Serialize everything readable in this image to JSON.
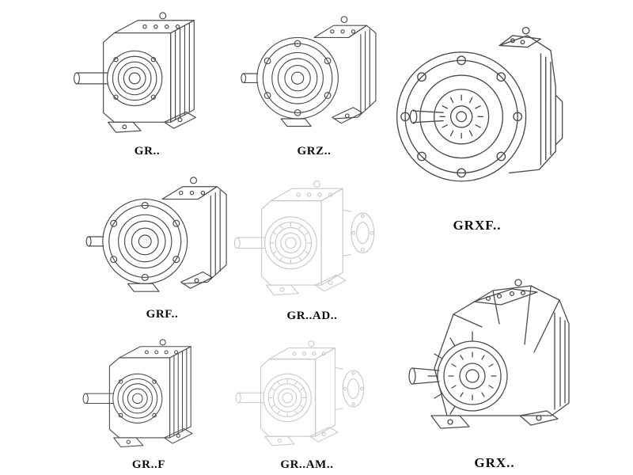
{
  "colors": {
    "background": "#ffffff",
    "line": "#4c4c4c",
    "phantom": "#c9c9c9",
    "label": "#0a0a0a"
  },
  "figures": [
    {
      "id": "gr",
      "label": "GR..",
      "render": "foot-mounted-helical-reducer",
      "style": "solid"
    },
    {
      "id": "grz",
      "label": "GRZ..",
      "render": "flange-ring-reducer",
      "style": "solid"
    },
    {
      "id": "grxf",
      "label": "GRXF..",
      "render": "large-front-flange-reducer",
      "style": "solid"
    },
    {
      "id": "grf",
      "label": "GRF..",
      "render": "flange-ring-reducer",
      "style": "solid"
    },
    {
      "id": "gr_ad",
      "label": "GR..AD..",
      "render": "input-adapter-reducer",
      "style": "phantom"
    },
    {
      "id": "gr_f",
      "label": "GR..F",
      "render": "foot-mounted-helical-reducer",
      "style": "solid"
    },
    {
      "id": "gr_am",
      "label": "GR..AM..",
      "render": "input-adapter-reducer",
      "style": "phantom"
    },
    {
      "id": "grx",
      "label": "GRX..",
      "render": "large-foot-mounted-reducer",
      "style": "solid"
    }
  ]
}
